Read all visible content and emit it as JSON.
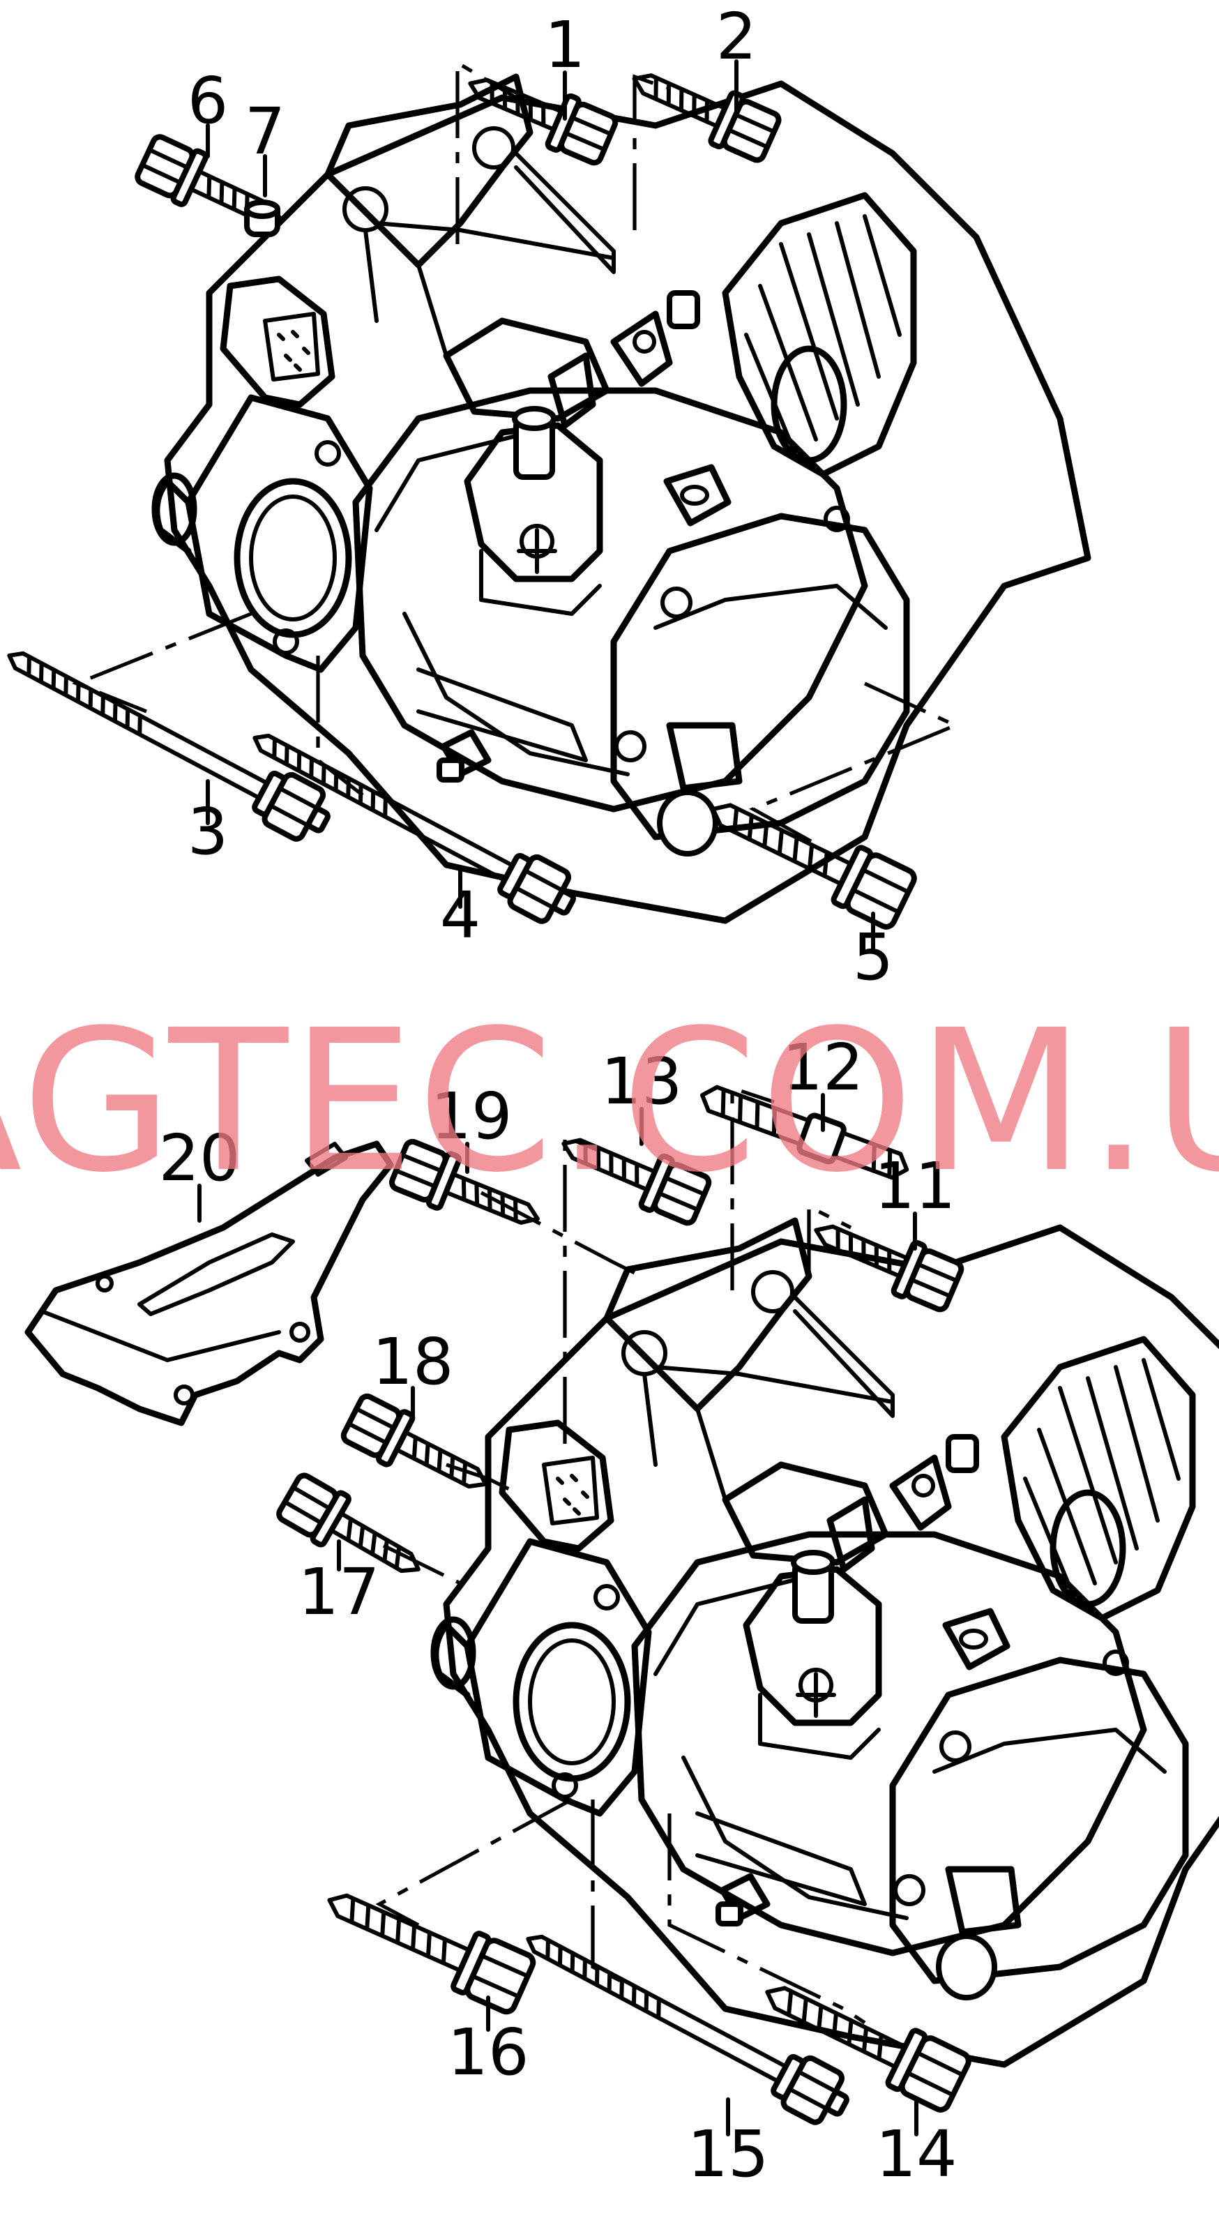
{
  "watermark": "VAGTEC.COM.UA",
  "colors": {
    "line": "#000000",
    "background": "#ffffff",
    "watermark": "#f07a84"
  },
  "callouts": [
    "1",
    "2",
    "3",
    "4",
    "5",
    "6",
    "7",
    "11",
    "12",
    "13",
    "14",
    "15",
    "16",
    "17",
    "18",
    "19",
    "20"
  ]
}
